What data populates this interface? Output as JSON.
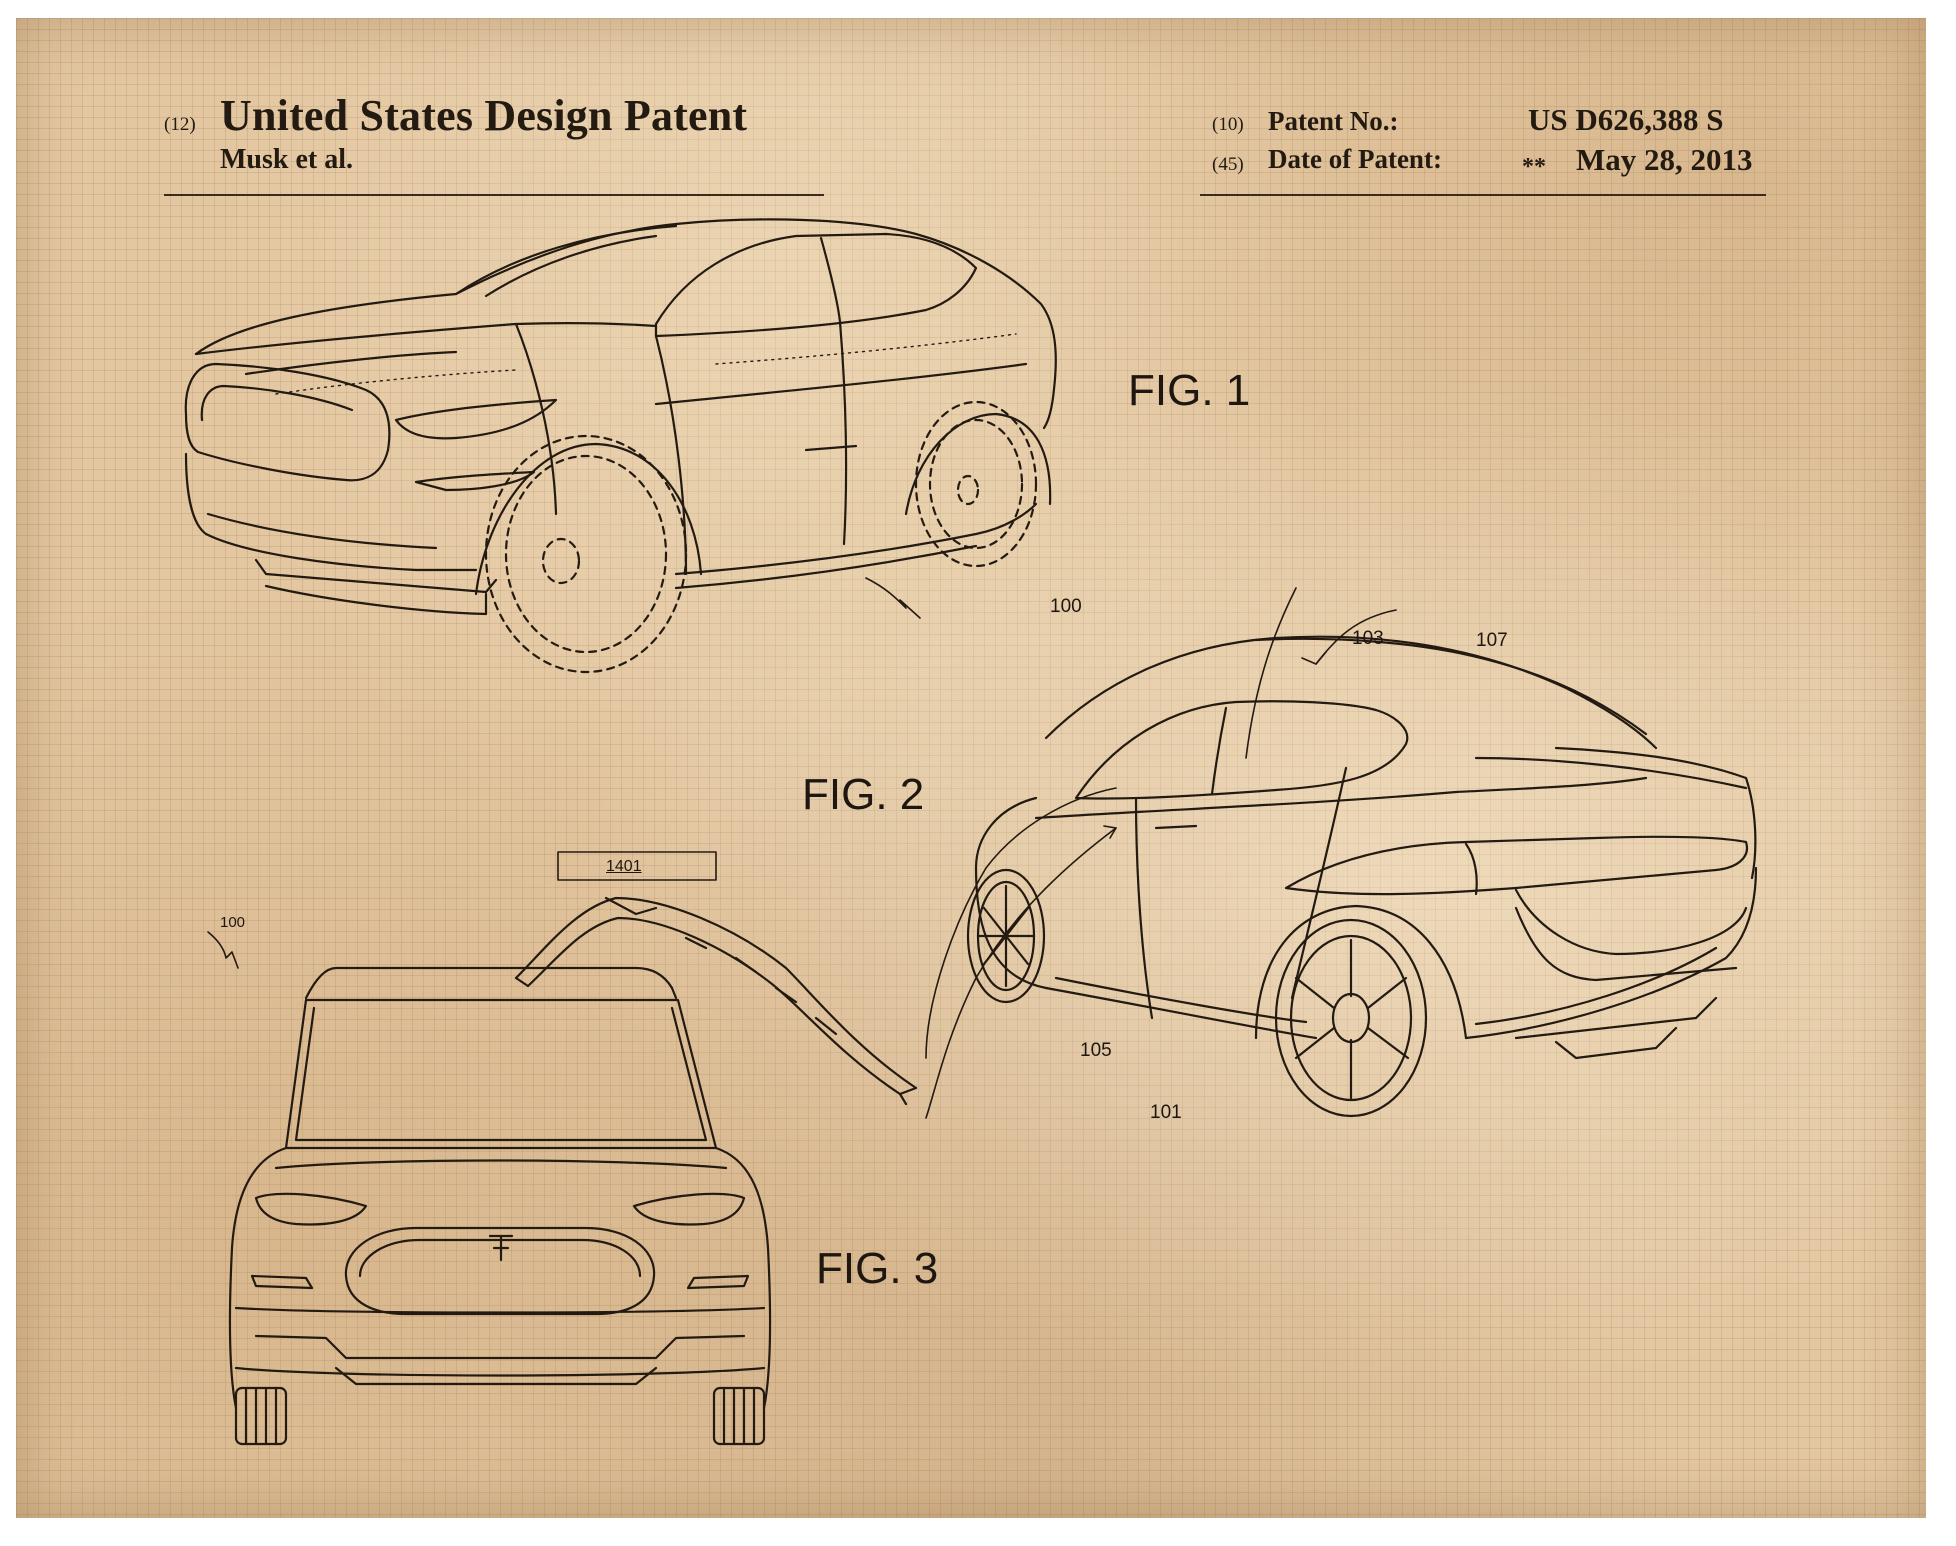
{
  "header": {
    "code_12": "(12)",
    "title": "United States Design Patent",
    "inventor": "Musk et al.",
    "code_10": "(10)",
    "patent_no_label": "Patent No.:",
    "patent_no": "US D626,388 S",
    "code_45": "(45)",
    "date_label": "Date of Patent:",
    "date_marker": "**",
    "date": "May 28, 2013"
  },
  "figures": {
    "fig1": {
      "label": "FIG. 1"
    },
    "fig2": {
      "label": "FIG. 2",
      "refs": [
        "100",
        "103",
        "107",
        "105",
        "101"
      ]
    },
    "fig3": {
      "label": "FIG. 3",
      "refs": [
        "100",
        "1401"
      ]
    }
  },
  "colors": {
    "paper": "#e3c7a1",
    "ink": "#231a12",
    "grid": "#a8804f"
  }
}
